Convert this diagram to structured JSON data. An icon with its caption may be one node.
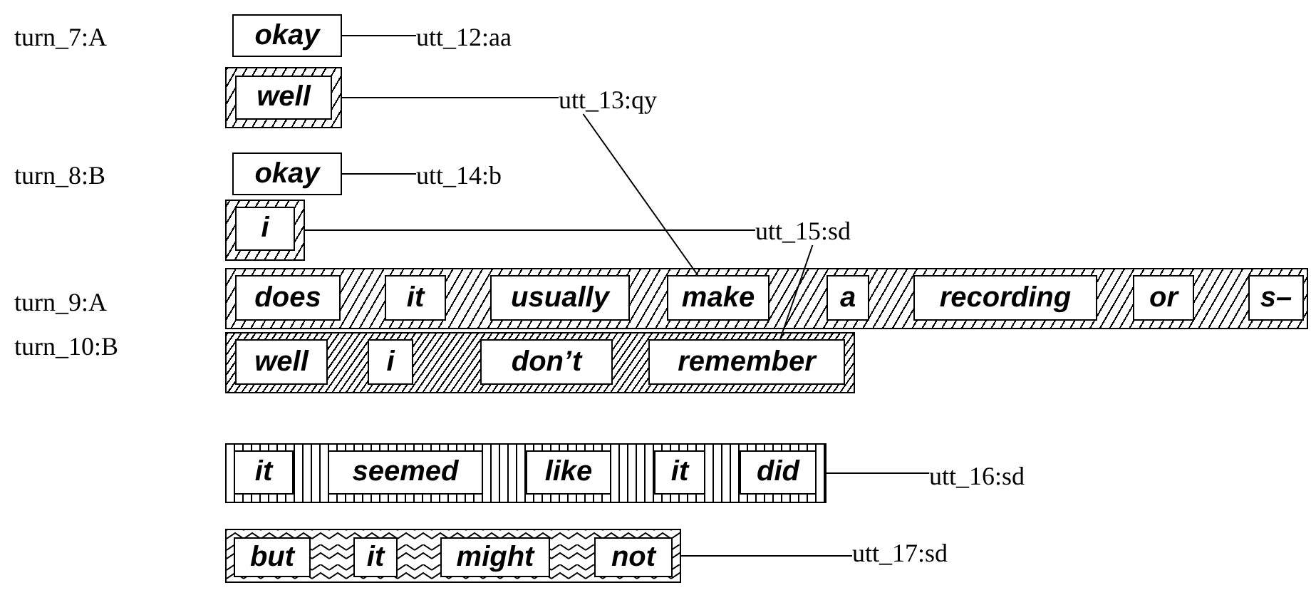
{
  "diagram": {
    "nodes": [
      {
        "text": [
          "okay"
        ]
      },
      {
        "text": [
          "utt_12:aa"
        ]
      },
      {
        "text": [],
        "shape": "bar"
      },
      {
        "text": [
          "well"
        ],
        "in": 2
      },
      {
        "text": [
          "utt_13:qy"
        ]
      },
      {
        "text": [
          "okay"
        ]
      },
      {
        "text": [
          "utt_14:b"
        ]
      },
      {
        "text": [],
        "shape": "bar"
      },
      {
        "text": [
          "i"
        ],
        "in": 7
      },
      {
        "text": [
          "utt_15:sd"
        ]
      },
      {
        "text": [],
        "shape": "bar"
      },
      {
        "text": [
          "does"
        ],
        "in": 10
      },
      {
        "text": [
          "it"
        ],
        "in": 10
      },
      {
        "text": [
          "usually"
        ],
        "in": 10
      },
      {
        "text": [
          "make"
        ],
        "in": 10
      },
      {
        "text": [
          "a"
        ],
        "in": 10
      },
      {
        "text": [
          "recording"
        ],
        "in": 10
      },
      {
        "text": [
          "or"
        ],
        "in": 10
      },
      {
        "text": [
          "s–"
        ],
        "in": 10
      },
      {
        "text": [],
        "shape": "bar"
      },
      {
        "text": [
          "well"
        ],
        "in": 19
      },
      {
        "text": [
          "i"
        ],
        "in": 19
      },
      {
        "text": [
          "don’t"
        ],
        "in": 19
      },
      {
        "text": [
          "remember"
        ],
        "in": 19
      },
      {
        "text": [],
        "shape": "bar"
      },
      {
        "text": [
          "it"
        ],
        "in": 24
      },
      {
        "text": [
          "seemed"
        ],
        "in": 24
      },
      {
        "text": [
          "like"
        ],
        "in": 24
      },
      {
        "text": [
          "it"
        ],
        "in": 24
      },
      {
        "text": [
          "did"
        ],
        "in": 24
      },
      {
        "text": [
          "utt_16:sd"
        ]
      },
      {
        "text": [],
        "shape": "bar"
      },
      {
        "text": [
          "but"
        ],
        "in": 31
      },
      {
        "text": [
          "it"
        ],
        "in": 31
      },
      {
        "text": [
          "might"
        ],
        "in": 31
      },
      {
        "text": [
          "not"
        ],
        "in": 31
      },
      {
        "text": [
          "utt_17:sd"
        ]
      }
    ],
    "edges": [
      {
        "from": 0,
        "to": 1,
        "arrow": "none"
      },
      {
        "from": 2,
        "to": 4,
        "arrow": "none"
      },
      {
        "from": 5,
        "to": 6,
        "arrow": "none"
      },
      {
        "from": 4,
        "to": 14,
        "arrow": "none"
      },
      {
        "from": 7,
        "to": 9,
        "arrow": "none"
      },
      {
        "from": 9,
        "to": 23,
        "arrow": "none"
      },
      {
        "from": 24,
        "to": 30,
        "arrow": "none"
      },
      {
        "from": 31,
        "to": 36,
        "arrow": "none"
      }
    ],
    "labels": [
      "turn_7:A",
      "turn_8:B",
      "turn_9:A",
      "turn_10:B"
    ]
  }
}
